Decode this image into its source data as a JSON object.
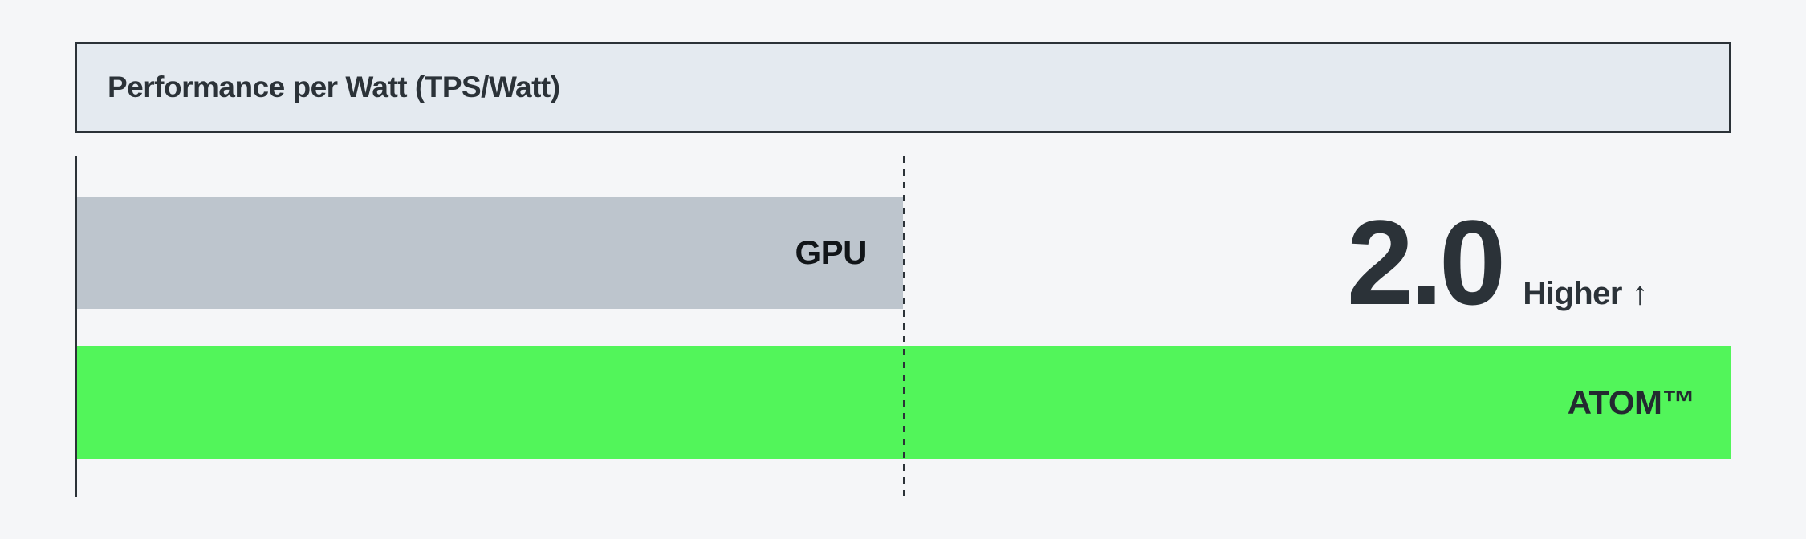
{
  "header": {
    "title": "Performance per Watt (TPS/Watt)"
  },
  "chart_data": {
    "type": "bar",
    "orientation": "horizontal",
    "title": "Performance per Watt (TPS/Watt)",
    "categories": [
      "GPU",
      "ATOM™"
    ],
    "values": [
      1.0,
      2.0
    ],
    "xlim": [
      0,
      2.0
    ],
    "bar_colors": [
      "#bdc5cd",
      "#52f55a"
    ],
    "labels_inside_bars": true,
    "reference_line_at": 1.0,
    "grid": false,
    "legend": "none",
    "annotation": {
      "multiplier": "2.0",
      "label": "Higher",
      "arrow": "↑"
    }
  },
  "colors": {
    "page-bg": "#f5f6f8",
    "title-bg": "#e4eaf0",
    "ink-dark": "#2b3238",
    "label-on-gray": "#111518",
    "label-on-green": "#232a30",
    "gpu-bar": "#bdc5cd",
    "atom-bar": "#52f55a"
  }
}
